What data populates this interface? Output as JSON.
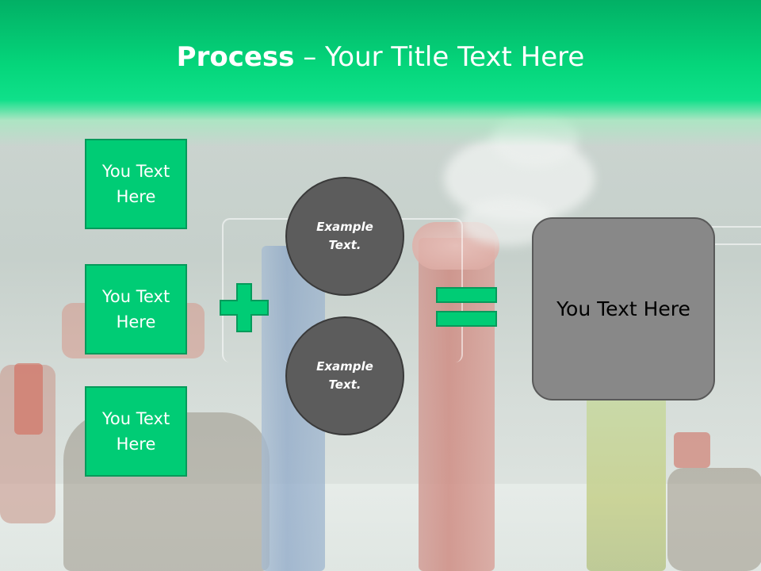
{
  "slide": {
    "title_bold": "Process",
    "title_dash": " – ",
    "title_rest": "Your Title Text Here"
  },
  "left_boxes": [
    {
      "label": "You Text Here"
    },
    {
      "label": "You Text Here"
    },
    {
      "label": "You Text Here"
    }
  ],
  "operator_plus": "plus-icon",
  "circles": [
    {
      "label": "Example Text."
    },
    {
      "label": "Example Text."
    }
  ],
  "operator_equals": "equals-icon",
  "result_box": {
    "label": "You Text Here"
  },
  "colors": {
    "header_green": "#05d67b",
    "box_green": "#00cc75",
    "box_border_green": "#069a5b",
    "circle_gray": "#5c5c5c",
    "result_gray": "#888888"
  }
}
